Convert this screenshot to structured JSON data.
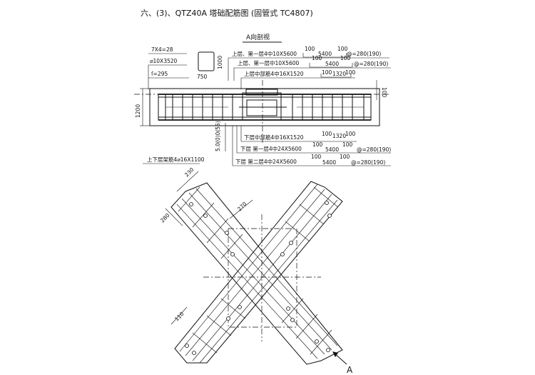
{
  "title": "六、(3)、QTZ40A 塔础配筋图 (固管式 TC4807)",
  "section_title": "A向剖视",
  "upper_left": {
    "line1": "7X4=28",
    "line2": "⌀10X3520",
    "line3": "ſ=295",
    "box_w": "750",
    "box_h": "1000"
  },
  "upper_rebar": {
    "r1_label": "上层、第一层4中10X5600",
    "r1_a": "100",
    "r1_b": "5400",
    "r1_c": "100",
    "r1_d": "@=280(190)",
    "r2_label": "上层、第一层中10X5600",
    "r2_a": "100",
    "r2_b": "5400",
    "r2_c": "100",
    "r2_d": "@=280(190)",
    "r3_label": "上层中部筋4中16X1520",
    "r3_a": "100",
    "r3_b": "1320",
    "r3_c": "100"
  },
  "section_dims": {
    "height": "1200",
    "side": "100",
    "vertical": "5.0(0)0(55)"
  },
  "lower_rebar": {
    "r1_label": "下层中部筋4中16X1520",
    "r1_a": "100",
    "r1_b": "1320",
    "r1_c": "100",
    "r2_label": "下层 第一层4中24X5600",
    "r2_a": "100",
    "r2_b": "5400",
    "r2_c": "100",
    "r2_d": "@=280(190)",
    "r3_label": "下层 第二层4中24X5600",
    "r3_a": "100",
    "r3_b": "5400",
    "r3_c": "100",
    "r3_d": "@=280(190)"
  },
  "bottom_left_note": "上下层架筋4⌀16X1100",
  "plan_dims": {
    "d230": "230",
    "d280": "280",
    "d270": "270",
    "d110": "110"
  },
  "view_marker": "A"
}
